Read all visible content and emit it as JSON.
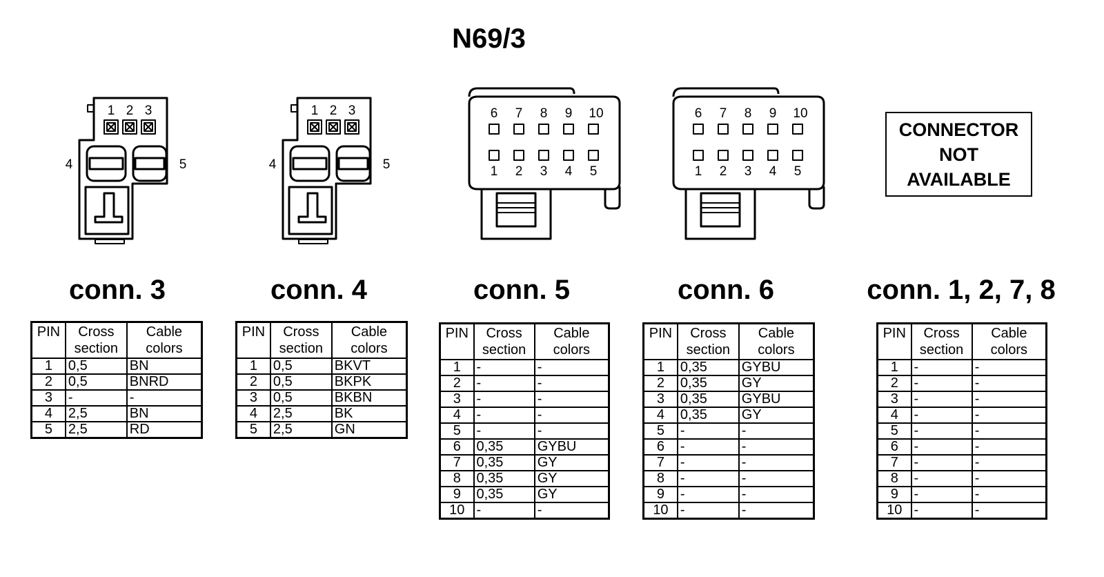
{
  "diagram": {
    "title": "N69/3",
    "not_available": {
      "line1": "CONNECTOR",
      "line2": "NOT",
      "line3": "AVAILABLE"
    },
    "connectors": [
      {
        "title": "conn. 3",
        "drawing_labels": {
          "p1": "1",
          "p2": "2",
          "p3": "3",
          "p4": "4",
          "p5": "5"
        },
        "header": {
          "pin": "PIN",
          "cross1": "Cross",
          "cross2": "section",
          "cable1": "Cable",
          "cable2": "colors"
        },
        "rows": [
          {
            "pin": "1",
            "cross": "0,5",
            "color": "BN"
          },
          {
            "pin": "2",
            "cross": "0,5",
            "color": "BNRD"
          },
          {
            "pin": "3",
            "cross": "-",
            "color": "-"
          },
          {
            "pin": "4",
            "cross": "2,5",
            "color": "BN"
          },
          {
            "pin": "5",
            "cross": "2,5",
            "color": "RD"
          }
        ]
      },
      {
        "title": "conn. 4",
        "drawing_labels": {
          "p1": "1",
          "p2": "2",
          "p3": "3",
          "p4": "4",
          "p5": "5"
        },
        "header": {
          "pin": "PIN",
          "cross1": "Cross",
          "cross2": "section",
          "cable1": "Cable",
          "cable2": "colors"
        },
        "rows": [
          {
            "pin": "1",
            "cross": "0,5",
            "color": "BKVT"
          },
          {
            "pin": "2",
            "cross": "0,5",
            "color": "BKPK"
          },
          {
            "pin": "3",
            "cross": "0,5",
            "color": "BKBN"
          },
          {
            "pin": "4",
            "cross": "2,5",
            "color": "BK"
          },
          {
            "pin": "5",
            "cross": "2,5",
            "color": "GN"
          }
        ]
      },
      {
        "title": "conn. 5",
        "drawing_labels": {
          "p1": "1",
          "p2": "2",
          "p3": "3",
          "p4": "4",
          "p5": "5",
          "p6": "6",
          "p7": "7",
          "p8": "8",
          "p9": "9",
          "p10": "10"
        },
        "header": {
          "pin": "PIN",
          "cross1": "Cross",
          "cross2": "section",
          "cable1": "Cable",
          "cable2": "colors"
        },
        "rows": [
          {
            "pin": "1",
            "cross": "-",
            "color": "-"
          },
          {
            "pin": "2",
            "cross": "-",
            "color": "-"
          },
          {
            "pin": "3",
            "cross": "-",
            "color": "-"
          },
          {
            "pin": "4",
            "cross": "-",
            "color": "-"
          },
          {
            "pin": "5",
            "cross": "-",
            "color": "-"
          },
          {
            "pin": "6",
            "cross": "0,35",
            "color": "GYBU"
          },
          {
            "pin": "7",
            "cross": "0,35",
            "color": "GY"
          },
          {
            "pin": "8",
            "cross": "0,35",
            "color": "GY"
          },
          {
            "pin": "9",
            "cross": "0,35",
            "color": "GY"
          },
          {
            "pin": "10",
            "cross": "-",
            "color": "-"
          }
        ]
      },
      {
        "title": "conn. 6",
        "drawing_labels": {
          "p1": "1",
          "p2": "2",
          "p3": "3",
          "p4": "4",
          "p5": "5",
          "p6": "6",
          "p7": "7",
          "p8": "8",
          "p9": "9",
          "p10": "10"
        },
        "header": {
          "pin": "PIN",
          "cross1": "Cross",
          "cross2": "section",
          "cable1": "Cable",
          "cable2": "colors"
        },
        "rows": [
          {
            "pin": "1",
            "cross": "0,35",
            "color": "GYBU"
          },
          {
            "pin": "2",
            "cross": "0,35",
            "color": "GY"
          },
          {
            "pin": "3",
            "cross": "0,35",
            "color": "GYBU"
          },
          {
            "pin": "4",
            "cross": "0,35",
            "color": "GY"
          },
          {
            "pin": "5",
            "cross": "-",
            "color": "-"
          },
          {
            "pin": "6",
            "cross": "-",
            "color": "-"
          },
          {
            "pin": "7",
            "cross": "-",
            "color": "-"
          },
          {
            "pin": "8",
            "cross": "-",
            "color": "-"
          },
          {
            "pin": "9",
            "cross": "-",
            "color": "-"
          },
          {
            "pin": "10",
            "cross": "-",
            "color": "-"
          }
        ]
      },
      {
        "title": "conn. 1, 2, 7, 8",
        "header": {
          "pin": "PIN",
          "cross1": "Cross",
          "cross2": "section",
          "cable1": "Cable",
          "cable2": "colors"
        },
        "rows": [
          {
            "pin": "1",
            "cross": "-",
            "color": "-"
          },
          {
            "pin": "2",
            "cross": "-",
            "color": "-"
          },
          {
            "pin": "3",
            "cross": "-",
            "color": "-"
          },
          {
            "pin": "4",
            "cross": "-",
            "color": "-"
          },
          {
            "pin": "5",
            "cross": "-",
            "color": "-"
          },
          {
            "pin": "6",
            "cross": "-",
            "color": "-"
          },
          {
            "pin": "7",
            "cross": "-",
            "color": "-"
          },
          {
            "pin": "8",
            "cross": "-",
            "color": "-"
          },
          {
            "pin": "9",
            "cross": "-",
            "color": "-"
          },
          {
            "pin": "10",
            "cross": "-",
            "color": "-"
          }
        ]
      }
    ]
  }
}
